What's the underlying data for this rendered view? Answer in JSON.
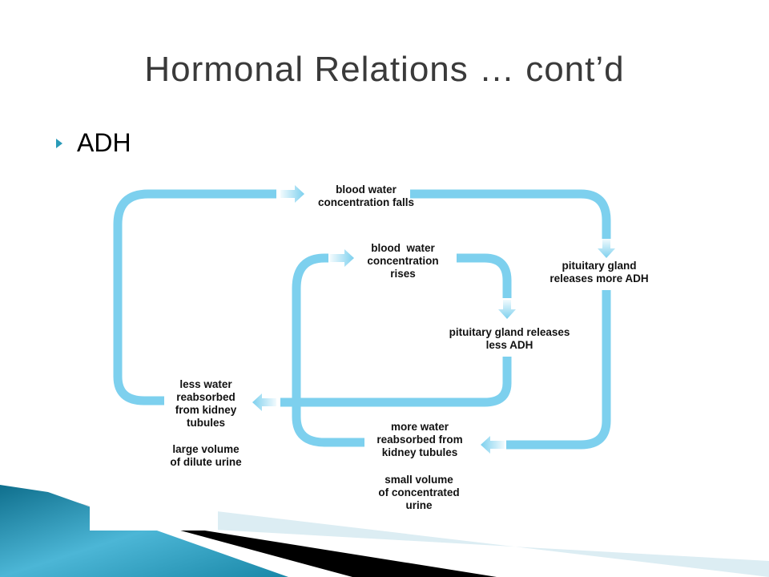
{
  "title": "Hormonal Relations … cont’d",
  "bullet": "ADH",
  "diagram": {
    "pipe_color": "#7dd0ee",
    "labels": {
      "falls": "blood water\nconcentration falls",
      "rises": "blood  water\nconcentration\nrises",
      "more_adh": "pituitary gland\nreleases more ADH",
      "less_adh": "pituitary gland releases\nless ADH",
      "less_water": "less water\nreabsorbed\nfrom kidney\ntubules",
      "dilute": "large volume\nof dilute urine",
      "more_water": "more water\nreabsorbed from\nkidney tubules",
      "concentrated": "small volume\nof concentrated\nurine"
    }
  }
}
